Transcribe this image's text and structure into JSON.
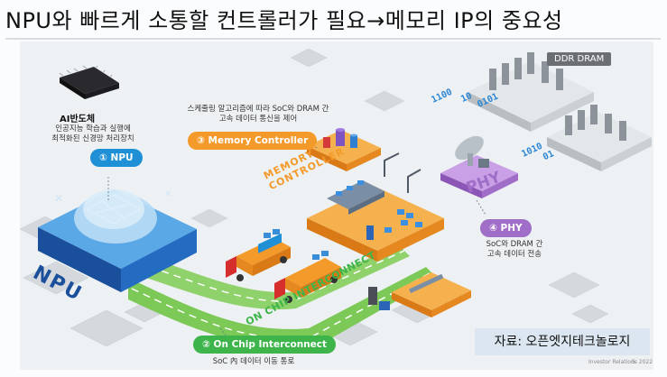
{
  "title": "NPU와 빠르게 소통할 컨트롤러가 필요→메모리 IP의 중요성",
  "ai_chip": {
    "label": "AI반도체",
    "desc_line1": "인공지능 학습과 실행에",
    "desc_line2": "최적화된 신경망 처리장치"
  },
  "npu": {
    "number": "①",
    "pill": "NPU",
    "block_label": "NPU"
  },
  "memory_controller": {
    "desc_line1": "스케줄링 알고리즘에 따라 SoC와 DRAM 간",
    "desc_line2": "고속 데이터 통신을 제어",
    "number": "③",
    "pill": "Memory Controller",
    "block_label_line1": "MEMORY",
    "block_label_line2": "CONTROLLER"
  },
  "phy": {
    "block_label": "PHY",
    "number": "④",
    "pill": "PHY",
    "desc_line1": "SoC와 DRAM 간",
    "desc_line2": "고속 데이터 전송"
  },
  "interconnect": {
    "road_label": "ON CHIP INTERCONNECT",
    "number": "②",
    "pill": "On Chip Interconnect",
    "desc": "SoC 內 데이터 이동 통로"
  },
  "dram": {
    "label": "DDR DRAM"
  },
  "binary": {
    "line1": "1100",
    "line2": "10",
    "line3": "0101",
    "line4": "1010",
    "line5": "01"
  },
  "source": "자료: 오픈엣지테크놀로지",
  "footer": {
    "text": "Investor Relations 2022",
    "page": "5"
  },
  "colors": {
    "orange": "#f39a2b",
    "blue": "#1f8fd6",
    "purple": "#a06dc8",
    "green": "#3eb54a",
    "road": "#8fd16a",
    "npu_block": "#1a4f9c"
  }
}
